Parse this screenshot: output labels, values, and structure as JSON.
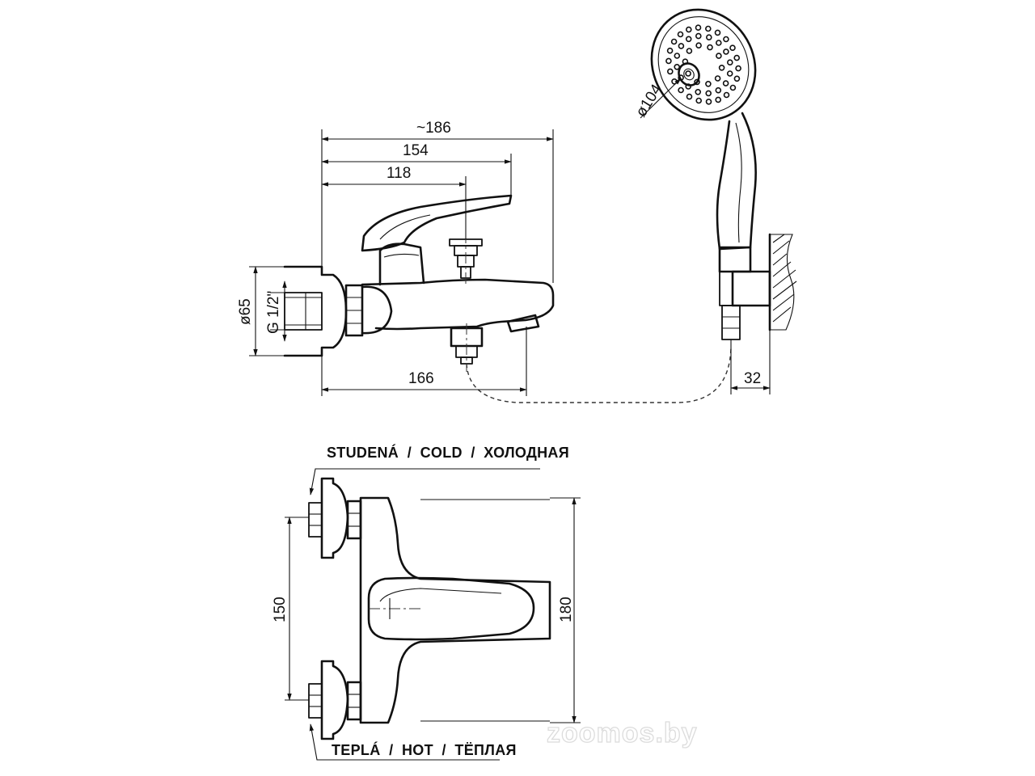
{
  "dimensions": {
    "overall_width": "~186",
    "width_154": "154",
    "width_118": "118",
    "width_166": "166",
    "flange_diameter": "ø65",
    "thread": "G 1/2\"",
    "shower_head_diameter": "ø104",
    "holder_offset": "32",
    "inlet_spacing": "150",
    "total_height": "180"
  },
  "labels": {
    "cold": "STUDENÁ  /  COLD  /  ХОЛОДНАЯ",
    "hot": "TEPLÁ  /  HOT  /  ТЁПЛАЯ"
  },
  "watermark": "zoomos.by",
  "colors": {
    "line": "#111111",
    "background": "#ffffff",
    "watermark": "#dcdcdc"
  }
}
